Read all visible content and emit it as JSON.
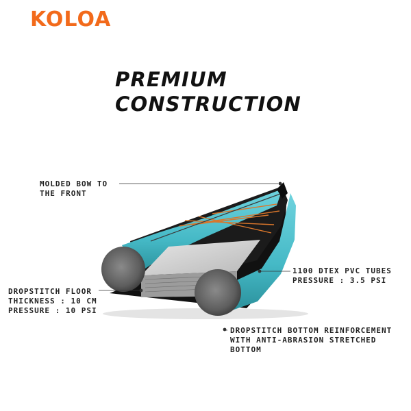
{
  "brand": {
    "name": "KOLOA",
    "color": "#f26a1b"
  },
  "headline": {
    "line1": "PREMIUM",
    "line2": "CONSTRUCTION"
  },
  "callouts": {
    "bow": {
      "line1": "MOLDED BOW TO",
      "line2": "THE FRONT"
    },
    "tubes": {
      "line1": "1100 DTEX PVC TUBES",
      "line2": "PRESSURE : 3.5 PSI"
    },
    "floor": {
      "line1": "DROPSTITCH FLOOR",
      "line2": "THICKNESS : 10 CM",
      "line3": "PRESSURE : 10 PSI"
    },
    "bottom": {
      "line1": "DROPSTITCH BOTTOM REINFORCEMENT",
      "line2": "WITH ANTI-ABRASION STRETCHED",
      "line3": "BOTTOM"
    }
  },
  "colors": {
    "tube": "#52c4d1",
    "tube_shade": "#2a8f9a",
    "deck": "#1b1b1b",
    "lacing": "#d9762b",
    "floor": "#cfcfcf"
  }
}
